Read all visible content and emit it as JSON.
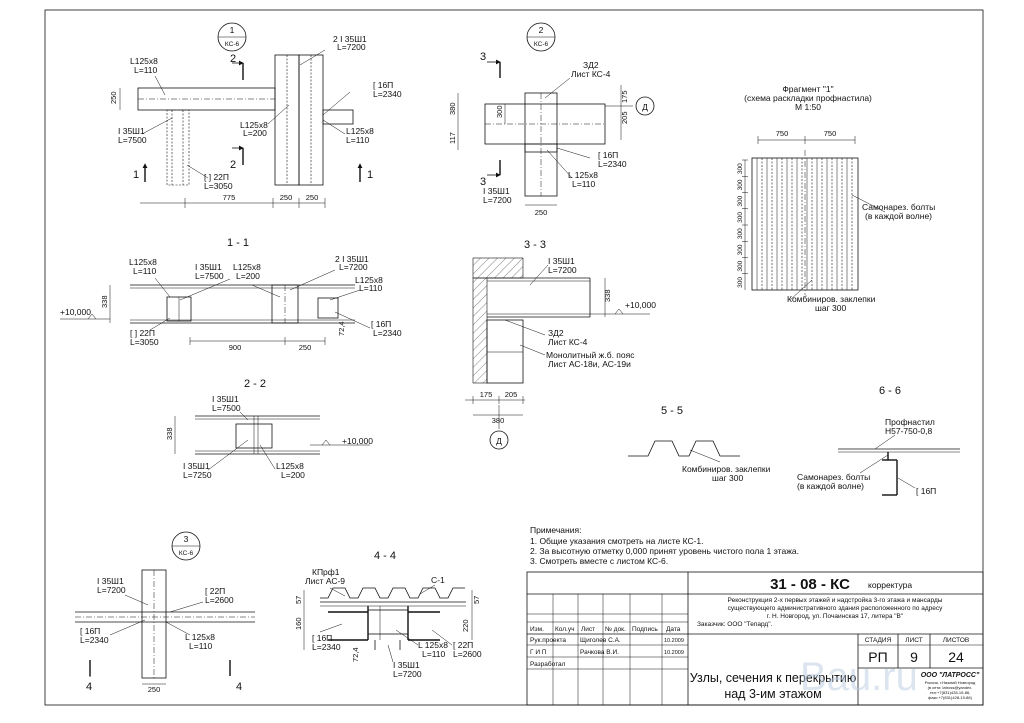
{
  "d1": {
    "mark_num": "1",
    "mark_sheet": "КС-6",
    "l125_top": "L125x8",
    "l125_top_l": "L=110",
    "i35_top": "2 I 35Ш1",
    "i35_top_l": "L=7200",
    "c16": "[ 16П",
    "c16_l": "L=2340",
    "l125_mid": "L125x8",
    "l125_mid_l": "L=200",
    "l125_r": "L125x8",
    "l125_r_l": "L=110",
    "i35_left": "I 35Ш1",
    "i35_left_l": "L=7500",
    "c22": "[ ] 22П",
    "c22_l": "L=3050",
    "dim_250": "250",
    "dim_775": "775",
    "dim_250a": "250",
    "dim_250b": "250",
    "cut_2": "2",
    "cut_1": "1"
  },
  "d2": {
    "mark_num": "2",
    "mark_sheet": "КС-6",
    "zd": "ЗД2",
    "zd_sheet": "Лист КС-4",
    "c16": "[ 16П",
    "c16_l": "L=2340",
    "l125": "L 125x8",
    "l125_l": "L=110",
    "i35": "I 35Ш1",
    "i35_l": "L=7200",
    "dim_380": "380",
    "dim_300": "300",
    "dim_117": "117",
    "dim_175": "175",
    "dim_205": "205",
    "dim_250": "250",
    "axis": "Д",
    "cut_3": "3"
  },
  "frag": {
    "title": "Фрагмент \"1\"",
    "subtitle": "(схема раскладки профнастила)",
    "scale": "М 1:50",
    "dim_a": "750",
    "dim_b": "750",
    "bolts": "Самонарез. болты",
    "bolts2": "(в каждой волне)",
    "rivets": "Комбиниров. заклепки",
    "rivets2": "шаг 300",
    "steps": [
      "300",
      "300",
      "300",
      "300",
      "300",
      "300",
      "300",
      "300"
    ]
  },
  "s11": {
    "title": "1 - 1",
    "l125": "L125x8",
    "l125_l": "L=110",
    "i35": "I 35Ш1",
    "i35_l": "L=7500",
    "l125b": "L125x8",
    "l125b_l": "L=200",
    "i35x2": "2 I 35Ш1",
    "i35x2_l": "L=7200",
    "l125c": "L125x8",
    "l125c_l": "L=110",
    "elev": "+10,000",
    "c22": "[ ] 22П",
    "c22_l": "L=3050",
    "c16": "[ 16П",
    "c16_l": "L=2340",
    "dim_338": "338",
    "dim_900": "900",
    "dim_250": "250",
    "dim_724": "72,4"
  },
  "s22": {
    "title": "2 - 2",
    "i35": "I 35Ш1",
    "i35_l": "L=7500",
    "i35b": "I 35Ш1",
    "i35b_l": "L=7250",
    "l125": "L125x8",
    "l125_l": "L=200",
    "elev": "+10,000",
    "dim_338": "338"
  },
  "s33": {
    "title": "3 - 3",
    "i35": "I 35Ш1",
    "i35_l": "L=7200",
    "elev": "+10,000",
    "dim_338": "338",
    "zd": "ЗД2",
    "zd_sheet": "Лист КС-4",
    "belt": "Монолитный ж.б. пояс",
    "belt2": "Лист АС-18и, АС-19и",
    "dim_175": "175",
    "dim_205": "205",
    "dim_380": "380",
    "axis": "Д"
  },
  "s55": {
    "title": "5 - 5",
    "rivets": "Комбиниров. заклепки",
    "rivets2": "шаг 300"
  },
  "s66": {
    "title": "6 - 6",
    "prof": "Профнастил",
    "prof2": "Н57-750-0,8",
    "bolts": "Самонарез. болты",
    "bolts2": "(в каждой волне)",
    "c16": "[ 16П"
  },
  "notes": {
    "title": "Примечания:",
    "items": [
      "1. Общие указания смотреть на листе КС-1.",
      "2. За высотную отметку 0,000 принят уровень чистого пола 1 этажа.",
      "3. Смотреть вместе с листом КС-6."
    ]
  },
  "d3": {
    "mark_num": "3",
    "mark_sheet": "КС-6",
    "i35": "I 35Ш1",
    "i35_l": "L=7200",
    "c22": "[ 22П",
    "c22_l": "L=2600",
    "c16": "[ 16П",
    "c16_l": "L=2340",
    "l125": "L 125x8",
    "l125_l": "L=110",
    "dim_250": "250",
    "cut_4": "4"
  },
  "s44": {
    "title": "4 - 4",
    "kprof": "КПрф1",
    "kprof_sheet": "Лист АС-9",
    "c1": "С-1",
    "c16": "[ 16П",
    "c16_l": "L=2340",
    "l125": "L 125x8",
    "l125_l": "L=110",
    "c22": "[ 22П",
    "c22_l": "L=2600",
    "i35": "I 35Ш1",
    "i35_l": "L=7200",
    "dim_57": "57",
    "dim_160": "160",
    "dim_220": "220",
    "dim_724": "72,4"
  },
  "stamp": {
    "code": "31 - 08 - КС",
    "code_note": "корректура",
    "desc": [
      "Реконструкция 2-х первых этажей и надстройка 3-го этажа и мансарды",
      "существующего административного здания расположенного по адресу",
      "г. Н. Новгород, ул. Почаинская 17, литера \"В\"",
      "Заказчик: ООО \"Тепард\"."
    ],
    "hdr": [
      "Изм.",
      "Кол.уч",
      "Лист",
      "№ док.",
      "Подпись",
      "Дата"
    ],
    "rows": [
      {
        "role": "Рук.проекта",
        "name": "Щиголев С.А.",
        "date": "10.2009"
      },
      {
        "role": "Г И П",
        "name": "Рачкова В.И.",
        "date": "10.2009"
      },
      {
        "role": "Разработал",
        "name": "",
        "date": ""
      }
    ],
    "stage_h": "СТАДИЯ",
    "sheet_h": "ЛИСТ",
    "sheets_h": "ЛИСТОВ",
    "stage": "РП",
    "sheet": "9",
    "sheets": "24",
    "title1": "Узлы, сечения к перекрытию",
    "title2": "над 3-им этажом",
    "company": "ООО \"ЛАТРОСС\"",
    "company_lines": [
      "Россия, г.Нижний Новгород",
      "(в сети: latross@yandex.",
      "тел:+7(831)428-19-86,",
      "факс:+7(831)428-19-86)"
    ]
  },
  "watermark": "Bau.ru"
}
